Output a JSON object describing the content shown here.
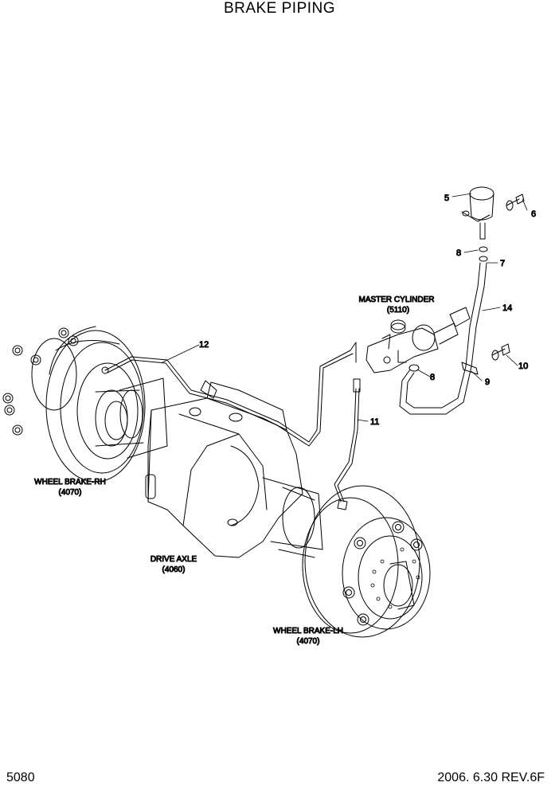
{
  "title": "BRAKE PIPING",
  "page_number": "5080",
  "revision": "2006. 6.30 REV.6F",
  "labels": {
    "master_cylinder_name": "MASTER CYLINDER",
    "master_cylinder_ref": "(5110)",
    "wheel_brake_rh_name": "WHEEL BRAKE-RH",
    "wheel_brake_rh_ref": "(4070)",
    "drive_axle_name": "DRIVE AXLE",
    "drive_axle_ref": "(4060)",
    "wheel_brake_lh_name": "WHEEL BRAKE-LH",
    "wheel_brake_lh_ref": "(4070)"
  },
  "callouts": {
    "c5": "5",
    "c6": "6",
    "c8a": "8",
    "c7": "7",
    "c14": "14",
    "c12": "12",
    "c8b": "8",
    "c9": "9",
    "c10": "10",
    "c11": "11"
  }
}
